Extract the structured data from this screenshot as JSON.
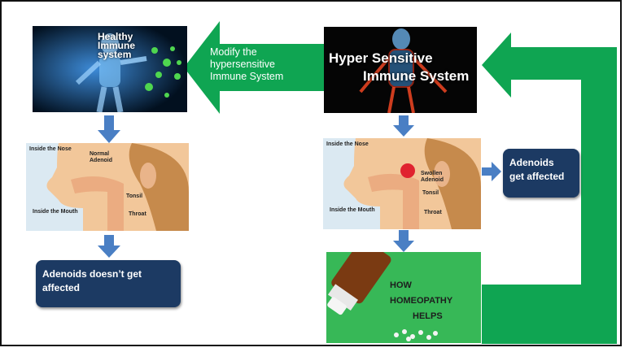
{
  "healthy": {
    "title_line1": "Healthy",
    "title_line2": "Immune",
    "title_line3": "system"
  },
  "hyper": {
    "title_line1": "Hyper Sensitive",
    "title_line2": "Immune System"
  },
  "modify_arrow": {
    "line1": "Modify the",
    "line2": "hypersensitive",
    "line3": "Immune System"
  },
  "anatomy_normal": {
    "nose": "Inside the Nose",
    "adenoid_line1": "Normal",
    "adenoid_line2": "Adenoid",
    "tonsil": "Tonsil",
    "mouth": "Inside the Mouth",
    "throat": "Throat"
  },
  "anatomy_swollen": {
    "nose": "Inside the Nose",
    "adenoid_line1": "Swollen",
    "adenoid_line2": "Adenoid",
    "tonsil": "Tonsil",
    "mouth": "Inside the Mouth",
    "throat": "Throat"
  },
  "boxes": {
    "not_affected_line1": "Adenoids doesn’t get",
    "not_affected_line2": "affected",
    "affected_line1": "Adenoids",
    "affected_line2": "get affected"
  },
  "homeopathy": {
    "line1": "HOW",
    "line2": "HOMEOPATHY",
    "line3": "HELPS"
  },
  "colors": {
    "green_arrow": "#0fa552",
    "blue_arrow": "#4a7fc4",
    "box": "#1c3a63"
  }
}
